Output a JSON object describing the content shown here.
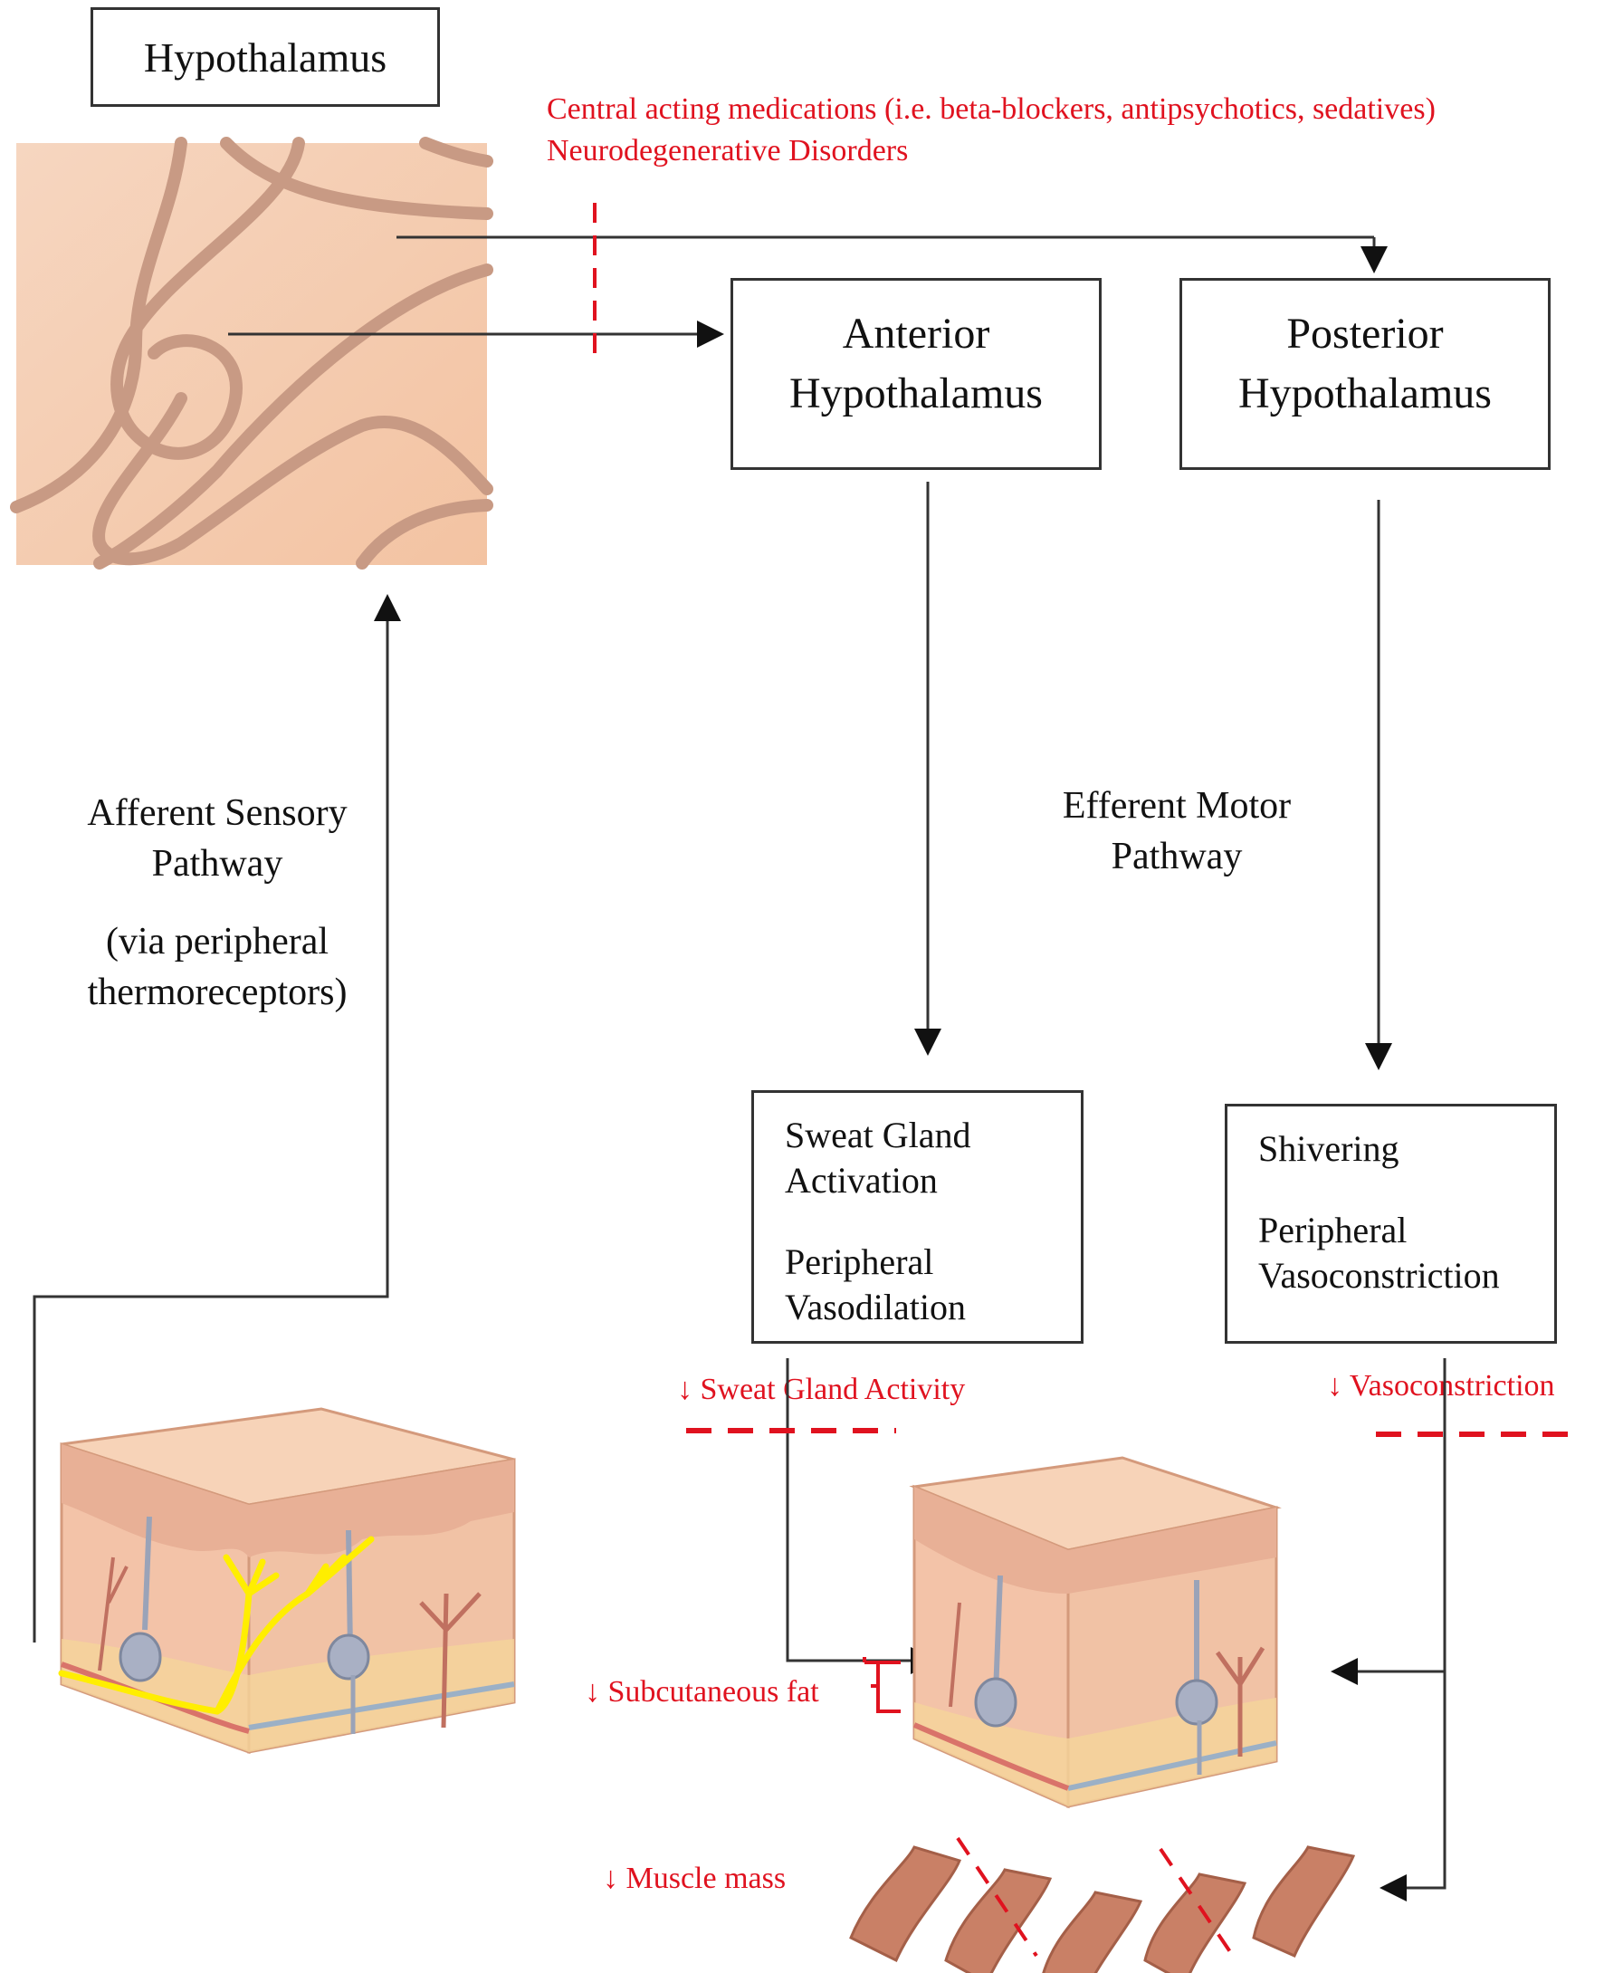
{
  "title": "Hypothalamus",
  "inhibitors": {
    "line1": "Central acting medications (i.e. beta-blockers, antipsychotics, sedatives)",
    "line2": "Neurodegenerative Disorders"
  },
  "anterior": {
    "line1": "Anterior",
    "line2": "Hypothalamus"
  },
  "posterior": {
    "line1": "Posterior",
    "line2": "Hypothalamus"
  },
  "afferent": {
    "line1": "Afferent Sensory",
    "line2": "Pathway",
    "line3": "(via peripheral",
    "line4": "thermoreceptors)"
  },
  "efferent": {
    "line1": "Efferent Motor",
    "line2": "Pathway"
  },
  "sweat_box": {
    "line1": "Sweat Gland",
    "line2": "Activation",
    "line3": "Peripheral",
    "line4": "Vasodilation"
  },
  "shiver_box": {
    "line1": "Shivering",
    "line2": "Peripheral",
    "line3": "Vasoconstriction"
  },
  "aging_effects": {
    "sweat": "↓ Sweat Gland Activity",
    "vaso": "↓ Vasoconstriction",
    "fat": "↓ Subcutaneous fat",
    "muscle": "↓ Muscle mass"
  },
  "illustrations": {
    "brain": "hypothalamus-tissue-illustration",
    "skin_left": "skin-cross-section-with-thermoreceptors",
    "skin_right": "skin-cross-section-aged",
    "muscle": "muscle-fibers"
  },
  "colors": {
    "inhibition_red": "#e0121f",
    "nerve_yellow": "#ffee00",
    "tissue": "#f2c4a8"
  }
}
